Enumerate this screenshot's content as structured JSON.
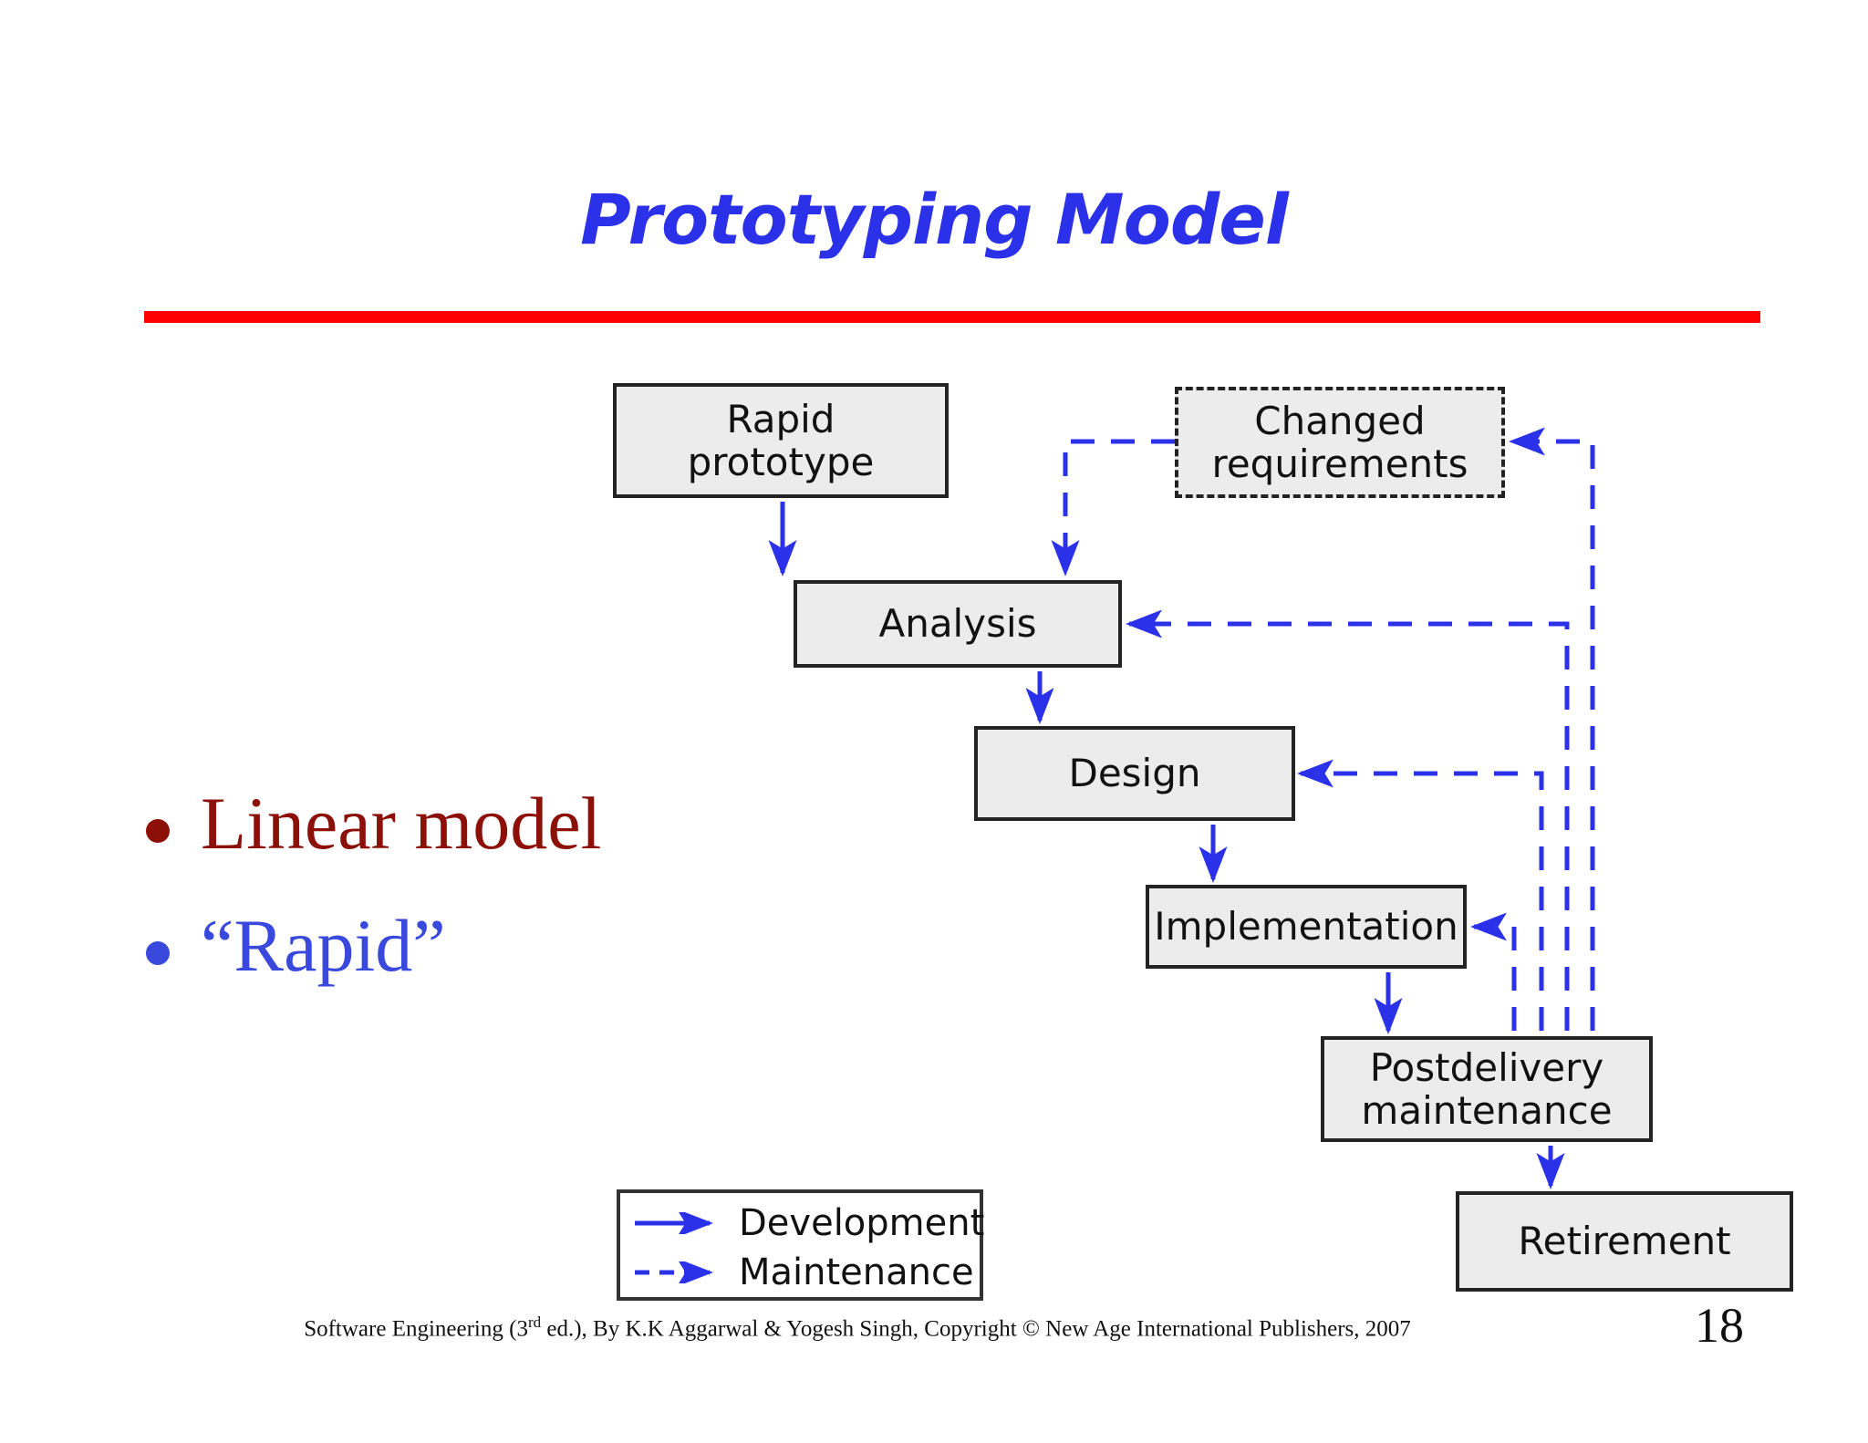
{
  "slide": {
    "title": "Prototyping Model",
    "page_number": "18",
    "footer_credit_prefix": "Software Engineering (3",
    "footer_credit_sup": "rd",
    "footer_credit_suffix": " ed.), By K.K Aggarwal & Yogesh Singh, Copyright © New Age International Publishers, 2007",
    "title_color": "#2B31E8",
    "rule_color": "#FF0000"
  },
  "bullets": [
    {
      "text": "Linear model",
      "color": "#8C1008"
    },
    {
      "text": "“Rapid”",
      "color": "#3A49DD"
    }
  ],
  "diagram": {
    "type": "flowchart",
    "edge_color": "#2B31E8",
    "node_fill": "#ECECEC",
    "node_stroke": "#232323",
    "nodes": [
      {
        "id": "rapid-prototype",
        "label": "Rapid\nprototype",
        "line1": "Rapid",
        "line2": "prototype",
        "style": "solid"
      },
      {
        "id": "changed-requirements",
        "label": "Changed\nrequirements",
        "line1": "Changed",
        "line2": "requirements",
        "style": "dashed"
      },
      {
        "id": "analysis",
        "label": "Analysis",
        "line1": "Analysis",
        "line2": "",
        "style": "solid"
      },
      {
        "id": "design",
        "label": "Design",
        "line1": "Design",
        "line2": "",
        "style": "solid"
      },
      {
        "id": "implementation",
        "label": "Implementation",
        "line1": "Implementation",
        "line2": "",
        "style": "solid"
      },
      {
        "id": "postdelivery",
        "label": "Postdelivery\nmaintenance",
        "line1": "Postdelivery",
        "line2": "maintenance",
        "style": "solid"
      },
      {
        "id": "retirement",
        "label": "Retirement",
        "line1": "Retirement",
        "line2": "",
        "style": "solid"
      }
    ],
    "edges": [
      {
        "from": "rapid-prototype",
        "to": "analysis",
        "kind": "development"
      },
      {
        "from": "changed-requirements",
        "to": "analysis",
        "kind": "maintenance"
      },
      {
        "from": "analysis",
        "to": "design",
        "kind": "development"
      },
      {
        "from": "design",
        "to": "implementation",
        "kind": "development"
      },
      {
        "from": "implementation",
        "to": "postdelivery",
        "kind": "development"
      },
      {
        "from": "postdelivery",
        "to": "retirement",
        "kind": "development"
      },
      {
        "from": "postdelivery",
        "to": "implementation",
        "kind": "maintenance"
      },
      {
        "from": "postdelivery",
        "to": "design",
        "kind": "maintenance"
      },
      {
        "from": "postdelivery",
        "to": "analysis",
        "kind": "maintenance"
      },
      {
        "from": "postdelivery",
        "to": "changed-requirements",
        "kind": "maintenance"
      }
    ],
    "legend": {
      "title": "",
      "items": [
        {
          "label": "Development",
          "style": "solid"
        },
        {
          "label": "Maintenance",
          "style": "dashed"
        }
      ]
    }
  }
}
